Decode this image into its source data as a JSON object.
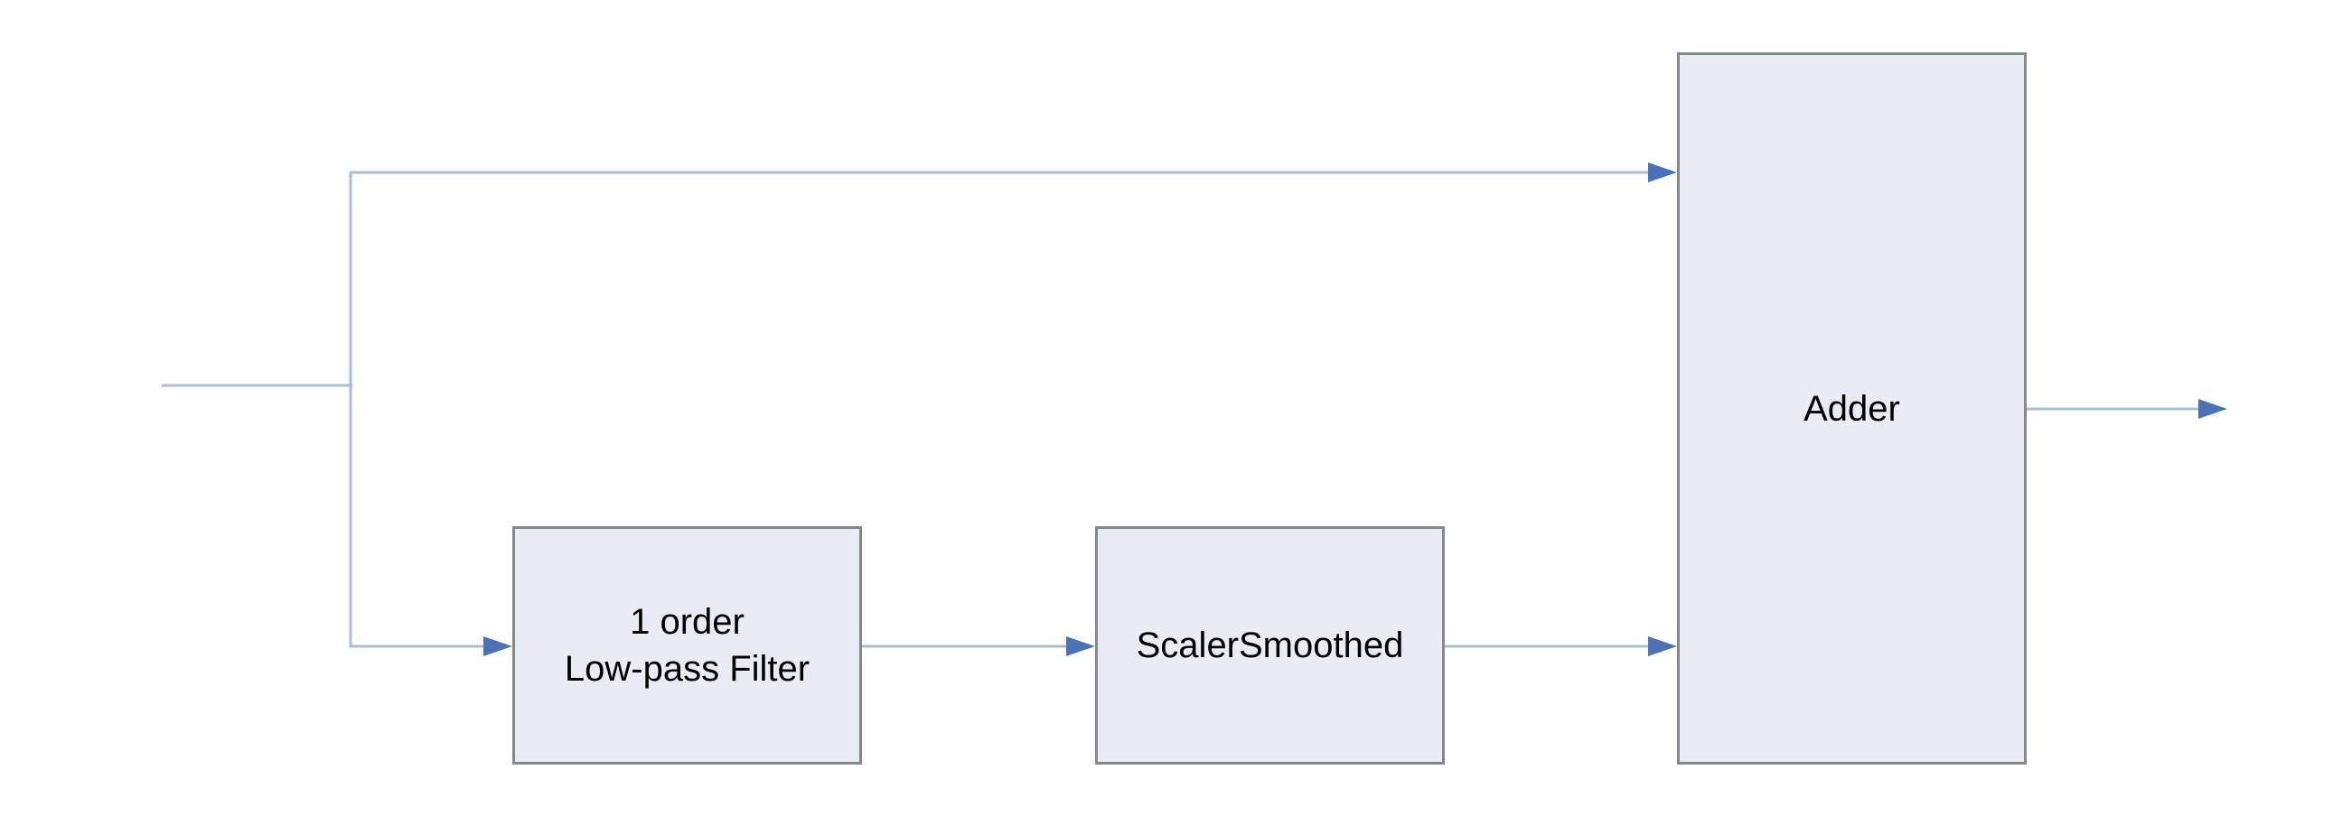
{
  "diagram": {
    "type": "block-diagram",
    "background": "#ffffff",
    "nodes": {
      "lowpass": {
        "label": "1 order\nLow-pass Filter"
      },
      "scaler": {
        "label": "ScalerSmoothed"
      },
      "adder": {
        "label": "Adder"
      }
    },
    "edges": [
      {
        "from": "input",
        "to": "split-point"
      },
      {
        "from": "split-point",
        "to": "adder"
      },
      {
        "from": "split-point",
        "to": "lowpass"
      },
      {
        "from": "lowpass",
        "to": "scaler"
      },
      {
        "from": "scaler",
        "to": "adder"
      },
      {
        "from": "adder",
        "to": "output"
      }
    ],
    "colors": {
      "connector": "#a9bcdc",
      "arrowhead": "#4a72b8",
      "block_fill": "#e9ecf5",
      "block_border": "#85888c",
      "label_text": "#000000"
    }
  }
}
